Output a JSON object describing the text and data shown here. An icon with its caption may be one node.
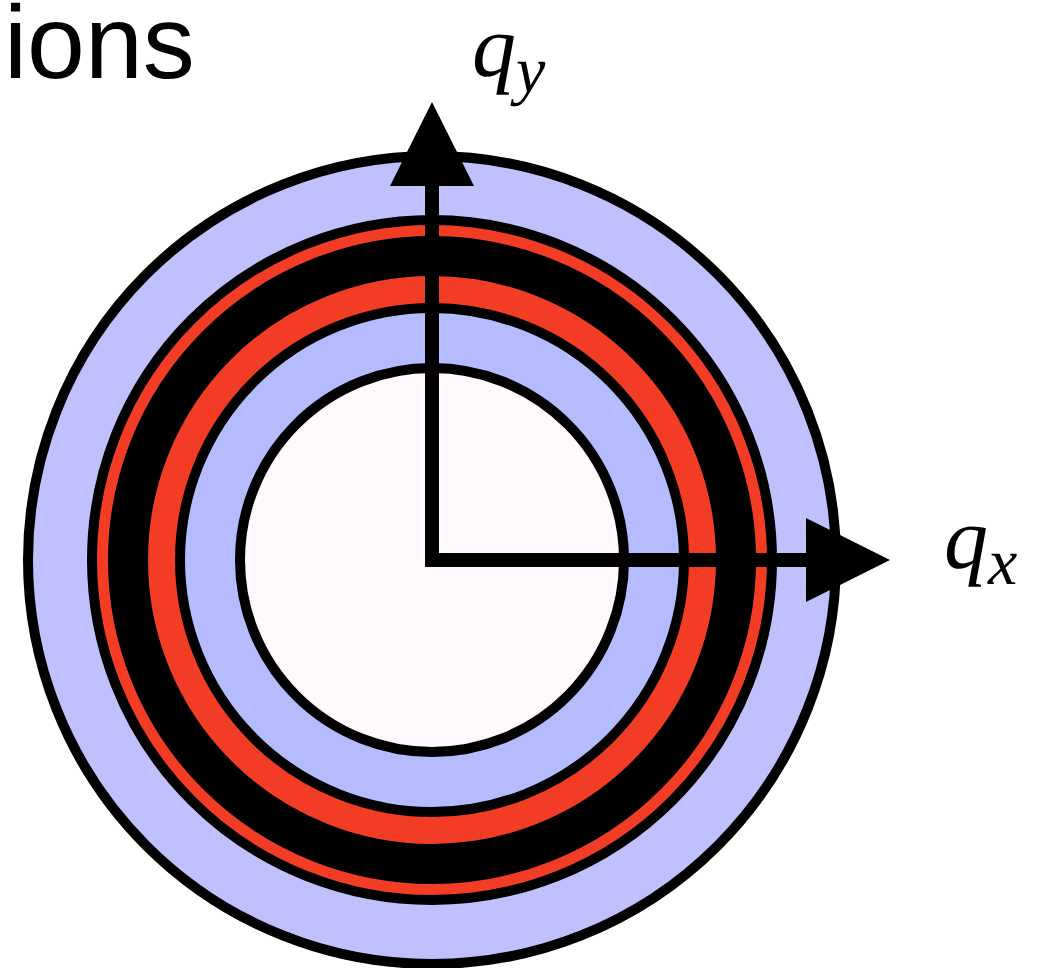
{
  "diagram": {
    "title": "ions",
    "labels": [
      "q$_{y}$",
      "q$_{x}$"
    ]
  }
}
